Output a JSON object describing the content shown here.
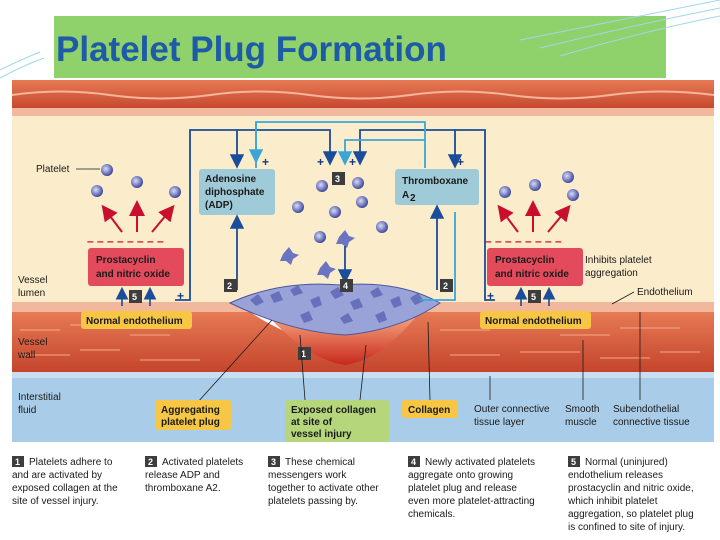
{
  "title": "Platelet Plug Formation",
  "labels": {
    "platelet": "Platelet",
    "vessel_lumen": [
      "Vessel",
      "lumen"
    ],
    "vessel_wall": [
      "Vessel",
      "wall"
    ],
    "interstitial_fluid": [
      "Interstitial",
      "fluid"
    ],
    "adp": [
      "Adenosine",
      "diphosphate",
      "(ADP)"
    ],
    "thromboxane": "Thromboxane",
    "thromboxane_sub": "A",
    "thromboxane_sub_num": "2",
    "prostacyclin_left": [
      "Prostacyclin",
      "and nitric oxide"
    ],
    "prostacyclin_right": [
      "Prostacyclin",
      "and nitric oxide"
    ],
    "inhibits": [
      "Inhibits platelet",
      "aggregation"
    ],
    "endothelium": "Endothelium",
    "normal_endothelium_left": "Normal endothelium",
    "normal_endothelium_right": "Normal endothelium",
    "aggregating": [
      "Aggregating",
      "platelet plug"
    ],
    "exposed_collagen": [
      "Exposed collagen",
      "at site of",
      "vessel injury"
    ],
    "collagen": "Collagen",
    "outer_connective": [
      "Outer connective",
      "tissue layer"
    ],
    "smooth_muscle": [
      "Smooth",
      "muscle"
    ],
    "subendothelial": [
      "Subendothelial",
      "connective tissue"
    ]
  },
  "steps": [
    {
      "num": "1",
      "lines": [
        "Platelets adhere to",
        "and are activated by",
        "exposed collagen at the",
        "site of vessel injury."
      ]
    },
    {
      "num": "2",
      "lines": [
        "Activated platelets",
        "release ADP and",
        "thromboxane A2."
      ]
    },
    {
      "num": "3",
      "lines": [
        "These chemical",
        "messengers work",
        "together to activate other",
        "platelets passing by."
      ]
    },
    {
      "num": "4",
      "lines": [
        "Newly activated platelets",
        "aggregate onto growing",
        "platelet plug and release",
        "even more platelet-attracting",
        "chemicals."
      ]
    },
    {
      "num": "5",
      "lines": [
        "Normal (uninjured)",
        "endothelium releases",
        "prostacyclin and nitric oxide,",
        "which inhibit platelet",
        "aggregation, so platelet plug",
        "is confined to site of injury."
      ]
    }
  ],
  "markers": {
    "step1": "1",
    "step2": "2",
    "step3": "3",
    "step4": "4",
    "step5": "5",
    "plus": "+",
    "minus": "– – – – – – – –"
  },
  "colors": {
    "title_bg": "#8fd16a",
    "title_text": "#1d5aa8",
    "lumen": "#fbeccb",
    "wall": "#d9583a",
    "interstitial": "#a9cde8",
    "label_box_yellow": "#f6c644",
    "label_box_green": "#b5d67a",
    "label_box_blue": "#9fcad8",
    "label_box_red": "#e34b5d",
    "arrow_dark": "#1a4d9a",
    "arrow_light": "#3aa6d8",
    "arrow_red": "#c8102e"
  }
}
